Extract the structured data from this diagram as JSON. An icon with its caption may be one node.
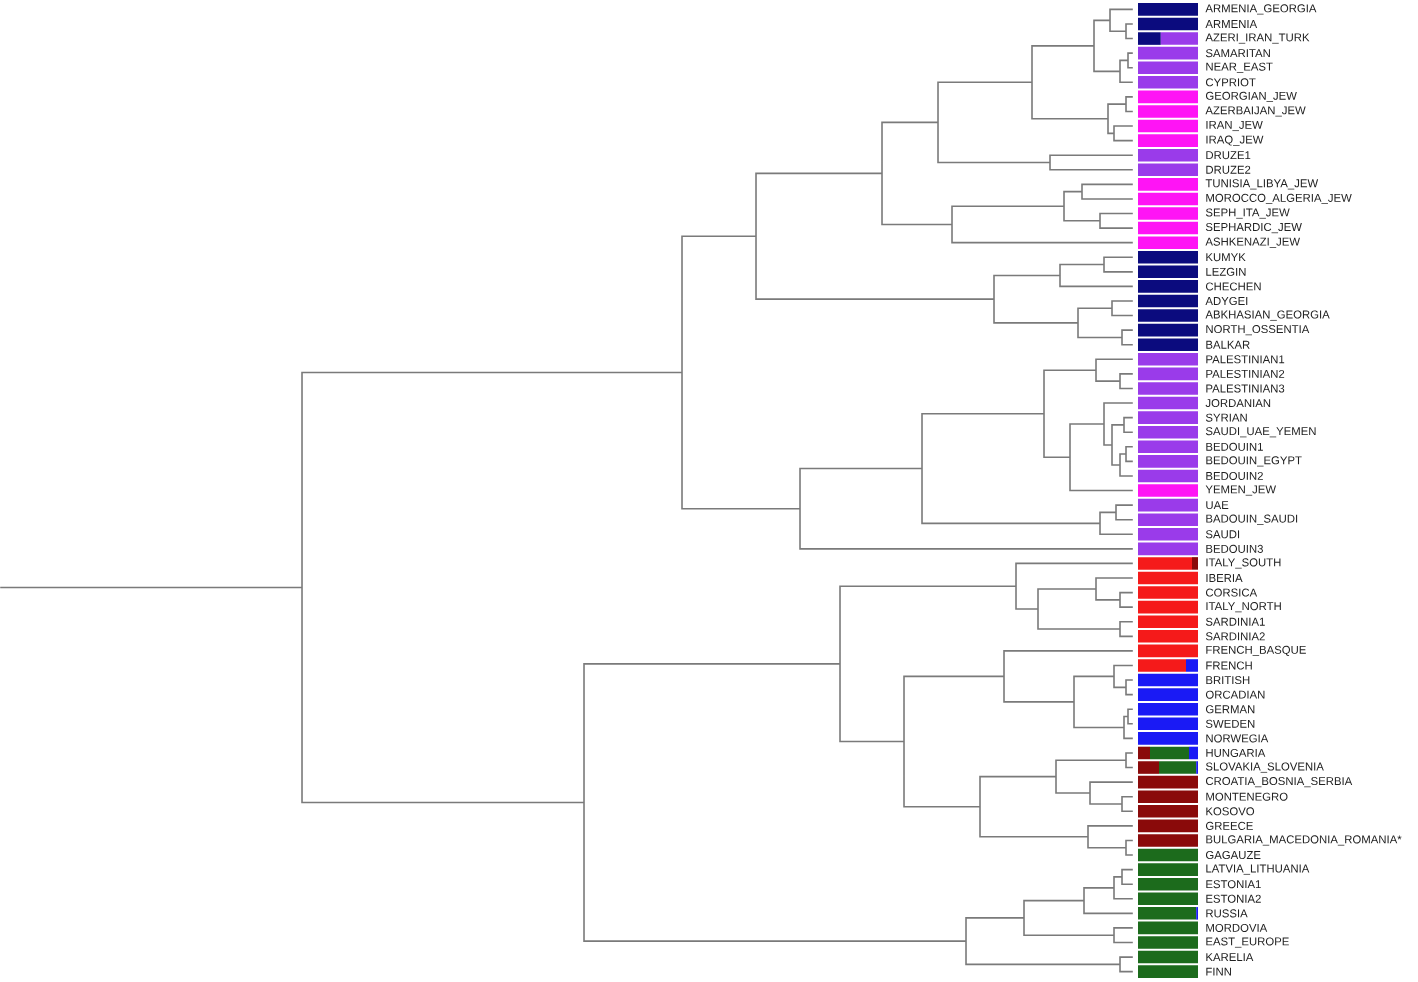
{
  "diagram": {
    "labels": [
      "ARMENIA_GEORGIA",
      "ARMENIA",
      "AZERI_IRAN_TURK",
      "SAMARITAN",
      "NEAR_EAST",
      "CYPRIOT",
      "GEORGIAN_JEW",
      "AZERBAIJAN_JEW",
      "IRAN_JEW",
      "IRAQ_JEW",
      "DRUZE1",
      "DRUZE2",
      "TUNISIA_LIBYA_JEW",
      "MOROCCO_ALGERIA_JEW",
      "SEPH_ITA_JEW",
      "SEPHARDIC_JEW",
      "ASHKENAZI_JEW",
      "KUMYK",
      "LEZGIN",
      "CHECHEN",
      "ADYGEI",
      "ABKHASIAN_GEORGIA",
      "NORTH_OSSENTIA",
      "BALKAR",
      "PALESTINIAN1",
      "PALESTINIAN2",
      "PALESTINIAN3",
      "JORDANIAN",
      "SYRIAN",
      "SAUDI_UAE_YEMEN",
      "BEDOUIN1",
      "BEDOUIN_EGYPT",
      "BEDOUIN2",
      "YEMEN_JEW",
      "UAE",
      "BADOUIN_SAUDI",
      "SAUDI",
      "BEDOUIN3",
      "ITALY_SOUTH",
      "IBERIA",
      "CORSICA",
      "ITALY_NORTH",
      "SARDINIA1",
      "SARDINIA2",
      "FRENCH_BASQUE",
      "FRENCH",
      "BRITISH",
      "ORCADIAN",
      "GERMAN",
      "SWEDEN",
      "NORWEGIA",
      "HUNGARIA",
      "SLOVAKIA_SLOVENIA",
      "CROATIA_BOSNIA_SERBIA",
      "MONTENEGRO",
      "KOSOVO",
      "GREECE",
      "BULGARIA_MACEDONIA_ROMANIA*",
      "GAGAUZE",
      "LATVIA_LITHUANIA",
      "ESTONIA1",
      "ESTONIA2",
      "RUSSIA",
      "MORDOVIA",
      "EAST_EUROPE",
      "KARELIA",
      "FINN"
    ]
  }
}
